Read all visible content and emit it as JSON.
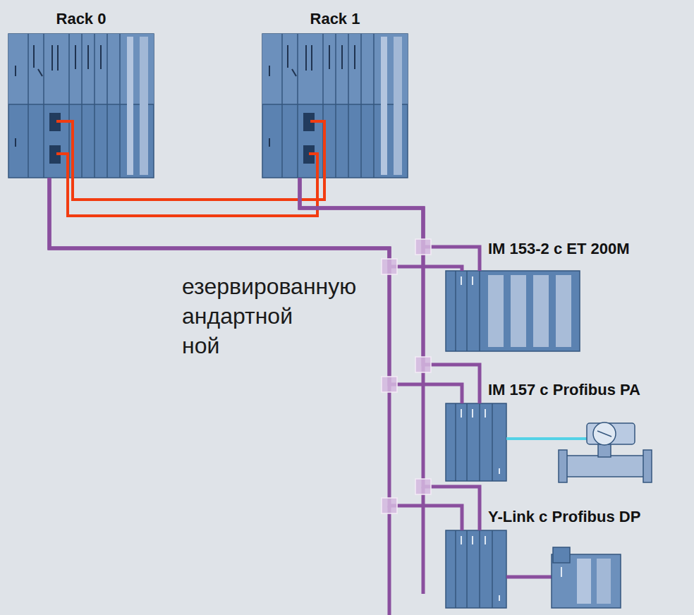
{
  "diagram": {
    "nodes": [
      {
        "text": [
          "Rack 0"
        ]
      },
      {
        "text": [
          "Rack 1"
        ]
      },
      {
        "text": [
          "IM 153-2 с ET 200M"
        ]
      },
      {
        "text": [
          "IM 157 с Profibus PA"
        ]
      },
      {
        "text": [
          "Y-Link с Profibus DP"
        ]
      }
    ],
    "edges": [
      {
        "from": 0,
        "to": 1,
        "arrow": "none"
      },
      {
        "from": 0,
        "to": 1,
        "arrow": "none"
      },
      {
        "from": 0,
        "to": 2,
        "arrow": "none"
      },
      {
        "from": 0,
        "to": 3,
        "arrow": "none"
      },
      {
        "from": 0,
        "to": 4,
        "arrow": "none"
      },
      {
        "from": 1,
        "to": 2,
        "arrow": "none"
      },
      {
        "from": 1,
        "to": 3,
        "arrow": "none"
      },
      {
        "from": 1,
        "to": 4,
        "arrow": "none"
      }
    ],
    "labels": [
      "езервированную",
      "андартной",
      "ной"
    ]
  }
}
